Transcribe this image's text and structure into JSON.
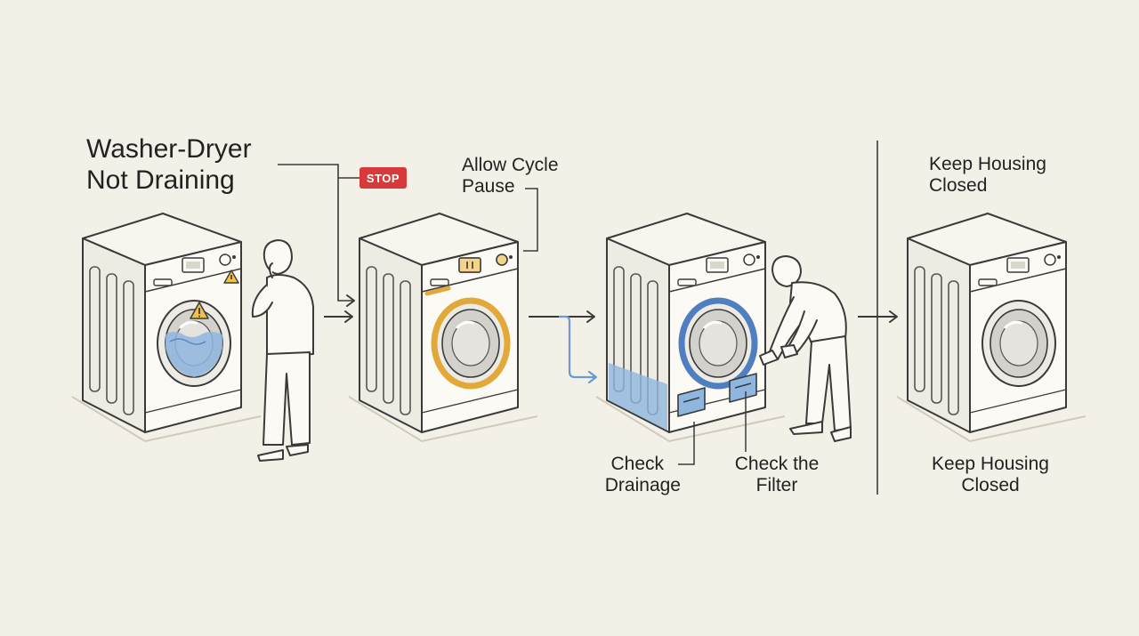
{
  "title": {
    "line1": "Washer-Dryer",
    "line2": "Not Draining"
  },
  "badge": {
    "text": "STOP",
    "color": "#d63a3a"
  },
  "steps": {
    "pause": {
      "line1": "Allow Cycle",
      "line2": "Pause",
      "accent": "#e2a93a"
    },
    "drainage": {
      "line1": "Check",
      "line2": "Drainage",
      "accent": "#6a9ad1"
    },
    "filter": {
      "line1": "Check the",
      "line2": "Filter",
      "accent": "#6a9ad1"
    },
    "housing_top": {
      "line1": "Keep Housing",
      "line2": "Closed"
    },
    "housing_bottom": {
      "line1": "Keep Housing",
      "line2": "Closed"
    }
  },
  "icons": [
    "warning-icon",
    "arrow-right-icon",
    "person-icon",
    "washer-dryer-icon"
  ],
  "colors": {
    "background": "#f3f0e7",
    "line": "#3a3a3a",
    "warning": "#e2a93a",
    "water": "#6a9ad1"
  }
}
